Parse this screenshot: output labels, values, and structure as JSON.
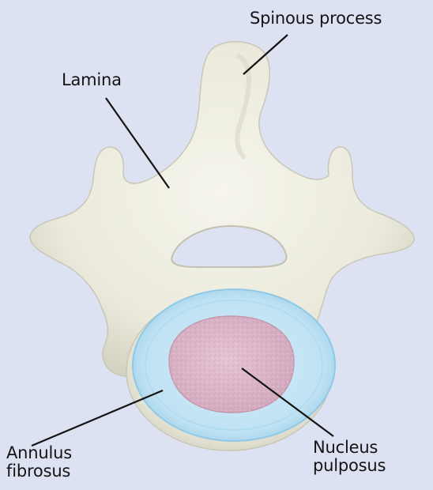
{
  "labels": {
    "spinous_process": "Spinous process",
    "lamina": "Lamina",
    "annulus_fibrosus": [
      "Annulus",
      "fibrosus"
    ],
    "nucleus_pulposus": [
      "Nucleus",
      "pulposus"
    ]
  },
  "colors": {
    "background": "#dde2f3",
    "bone": "#efeee3",
    "bone_shadow": "#cfcdbd",
    "annulus": "#bfe3f3",
    "annulus_edge": "#8fc9e6",
    "nucleus": "#dcb6c9",
    "leader_line": "#141414"
  }
}
